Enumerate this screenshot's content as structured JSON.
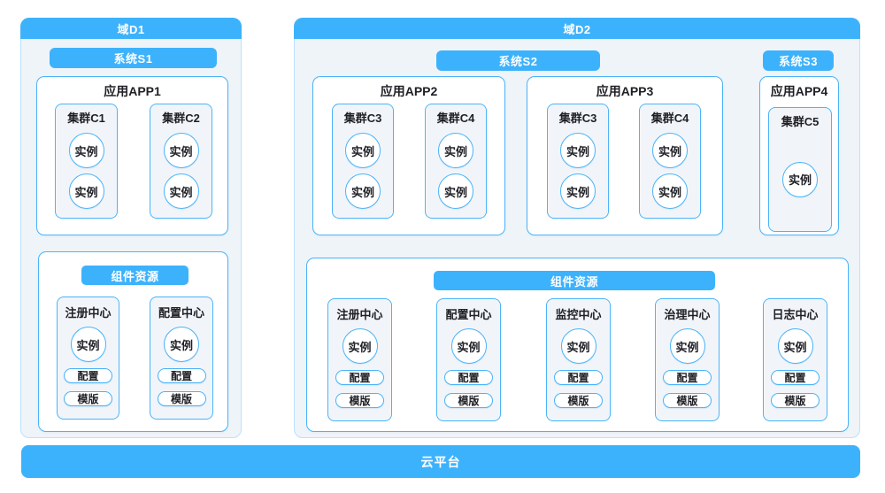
{
  "colors": {
    "accent": "#3DB2FC",
    "box_border": "#4AB4F8",
    "panel_bg": "#EFF4F9",
    "panel_border": "#BCE0FB",
    "box_bg": "#FFFFFF",
    "tint_bg": "#F1F5FA",
    "text_dark": "#1F2026",
    "text_light": "#FFFFFF"
  },
  "labels": {
    "instance": "实例",
    "config": "配置",
    "template": "模版"
  },
  "domains": [
    {
      "title": "域D1",
      "systems": [
        {
          "title": "系统S1",
          "apps": [
            {
              "title": "应用APP1",
              "clusters": [
                {
                  "title": "集群C1",
                  "instances": 2
                },
                {
                  "title": "集群C2",
                  "instances": 2
                }
              ]
            }
          ]
        }
      ],
      "components": {
        "title": "组件资源",
        "centers": [
          "注册中心",
          "配置中心"
        ]
      }
    },
    {
      "title": "域D2",
      "systems": [
        {
          "title": "系统S2",
          "apps": [
            {
              "title": "应用APP2",
              "clusters": [
                {
                  "title": "集群C3",
                  "instances": 2
                },
                {
                  "title": "集群C4",
                  "instances": 2
                }
              ]
            },
            {
              "title": "应用APP3",
              "clusters": [
                {
                  "title": "集群C3",
                  "instances": 2
                },
                {
                  "title": "集群C4",
                  "instances": 2
                }
              ]
            }
          ]
        },
        {
          "title": "系统S3",
          "apps": [
            {
              "title": "应用APP4",
              "clusters": [
                {
                  "title": "集群C5",
                  "instances": 1
                }
              ]
            }
          ]
        }
      ],
      "components": {
        "title": "组件资源",
        "centers": [
          "注册中心",
          "配置中心",
          "监控中心",
          "治理中心",
          "日志中心"
        ]
      }
    }
  ],
  "platform": {
    "title": "云平台"
  }
}
